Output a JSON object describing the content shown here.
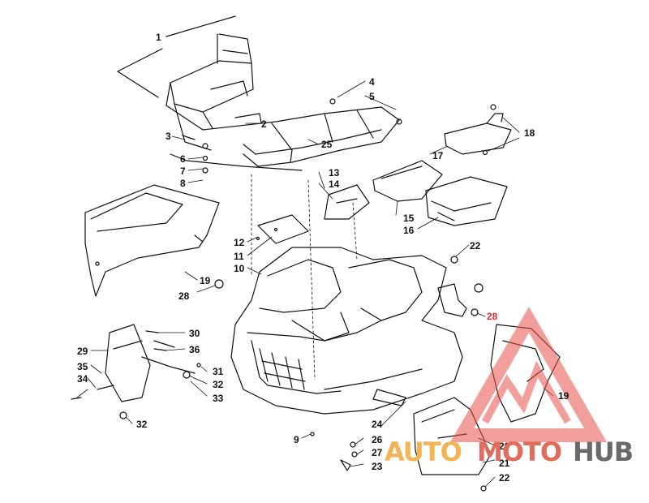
{
  "callouts": {
    "c1": "1",
    "c2": "2",
    "c3": "3",
    "c4": "4",
    "c5": "5",
    "c6": "6",
    "c7": "7",
    "c8": "8",
    "c9": "9",
    "c10": "10",
    "c11": "11",
    "c12": "12",
    "c13": "13",
    "c14": "14",
    "c15": "15",
    "c16": "16",
    "c17": "17",
    "c18": "18",
    "c19a": "19",
    "c19b": "19",
    "c20": "20",
    "c21": "21",
    "c22a": "22",
    "c22b": "22",
    "c23": "23",
    "c24": "24",
    "c25": "25",
    "c26": "26",
    "c27": "27",
    "c28a": "28",
    "c28b": "28",
    "c29": "29",
    "c30": "30",
    "c31": "31",
    "c32a": "32",
    "c32b": "32",
    "c33": "33",
    "c34": "34",
    "c35": "35",
    "c36": "36"
  },
  "watermark": {
    "part1": "AUTO",
    "part2": "MOTO",
    "part3": "HUB",
    "colors": {
      "auto": "#f2b455",
      "moto": "#e06c5c",
      "hub": "#6a6a6a",
      "triangle": "#e8514a"
    }
  }
}
